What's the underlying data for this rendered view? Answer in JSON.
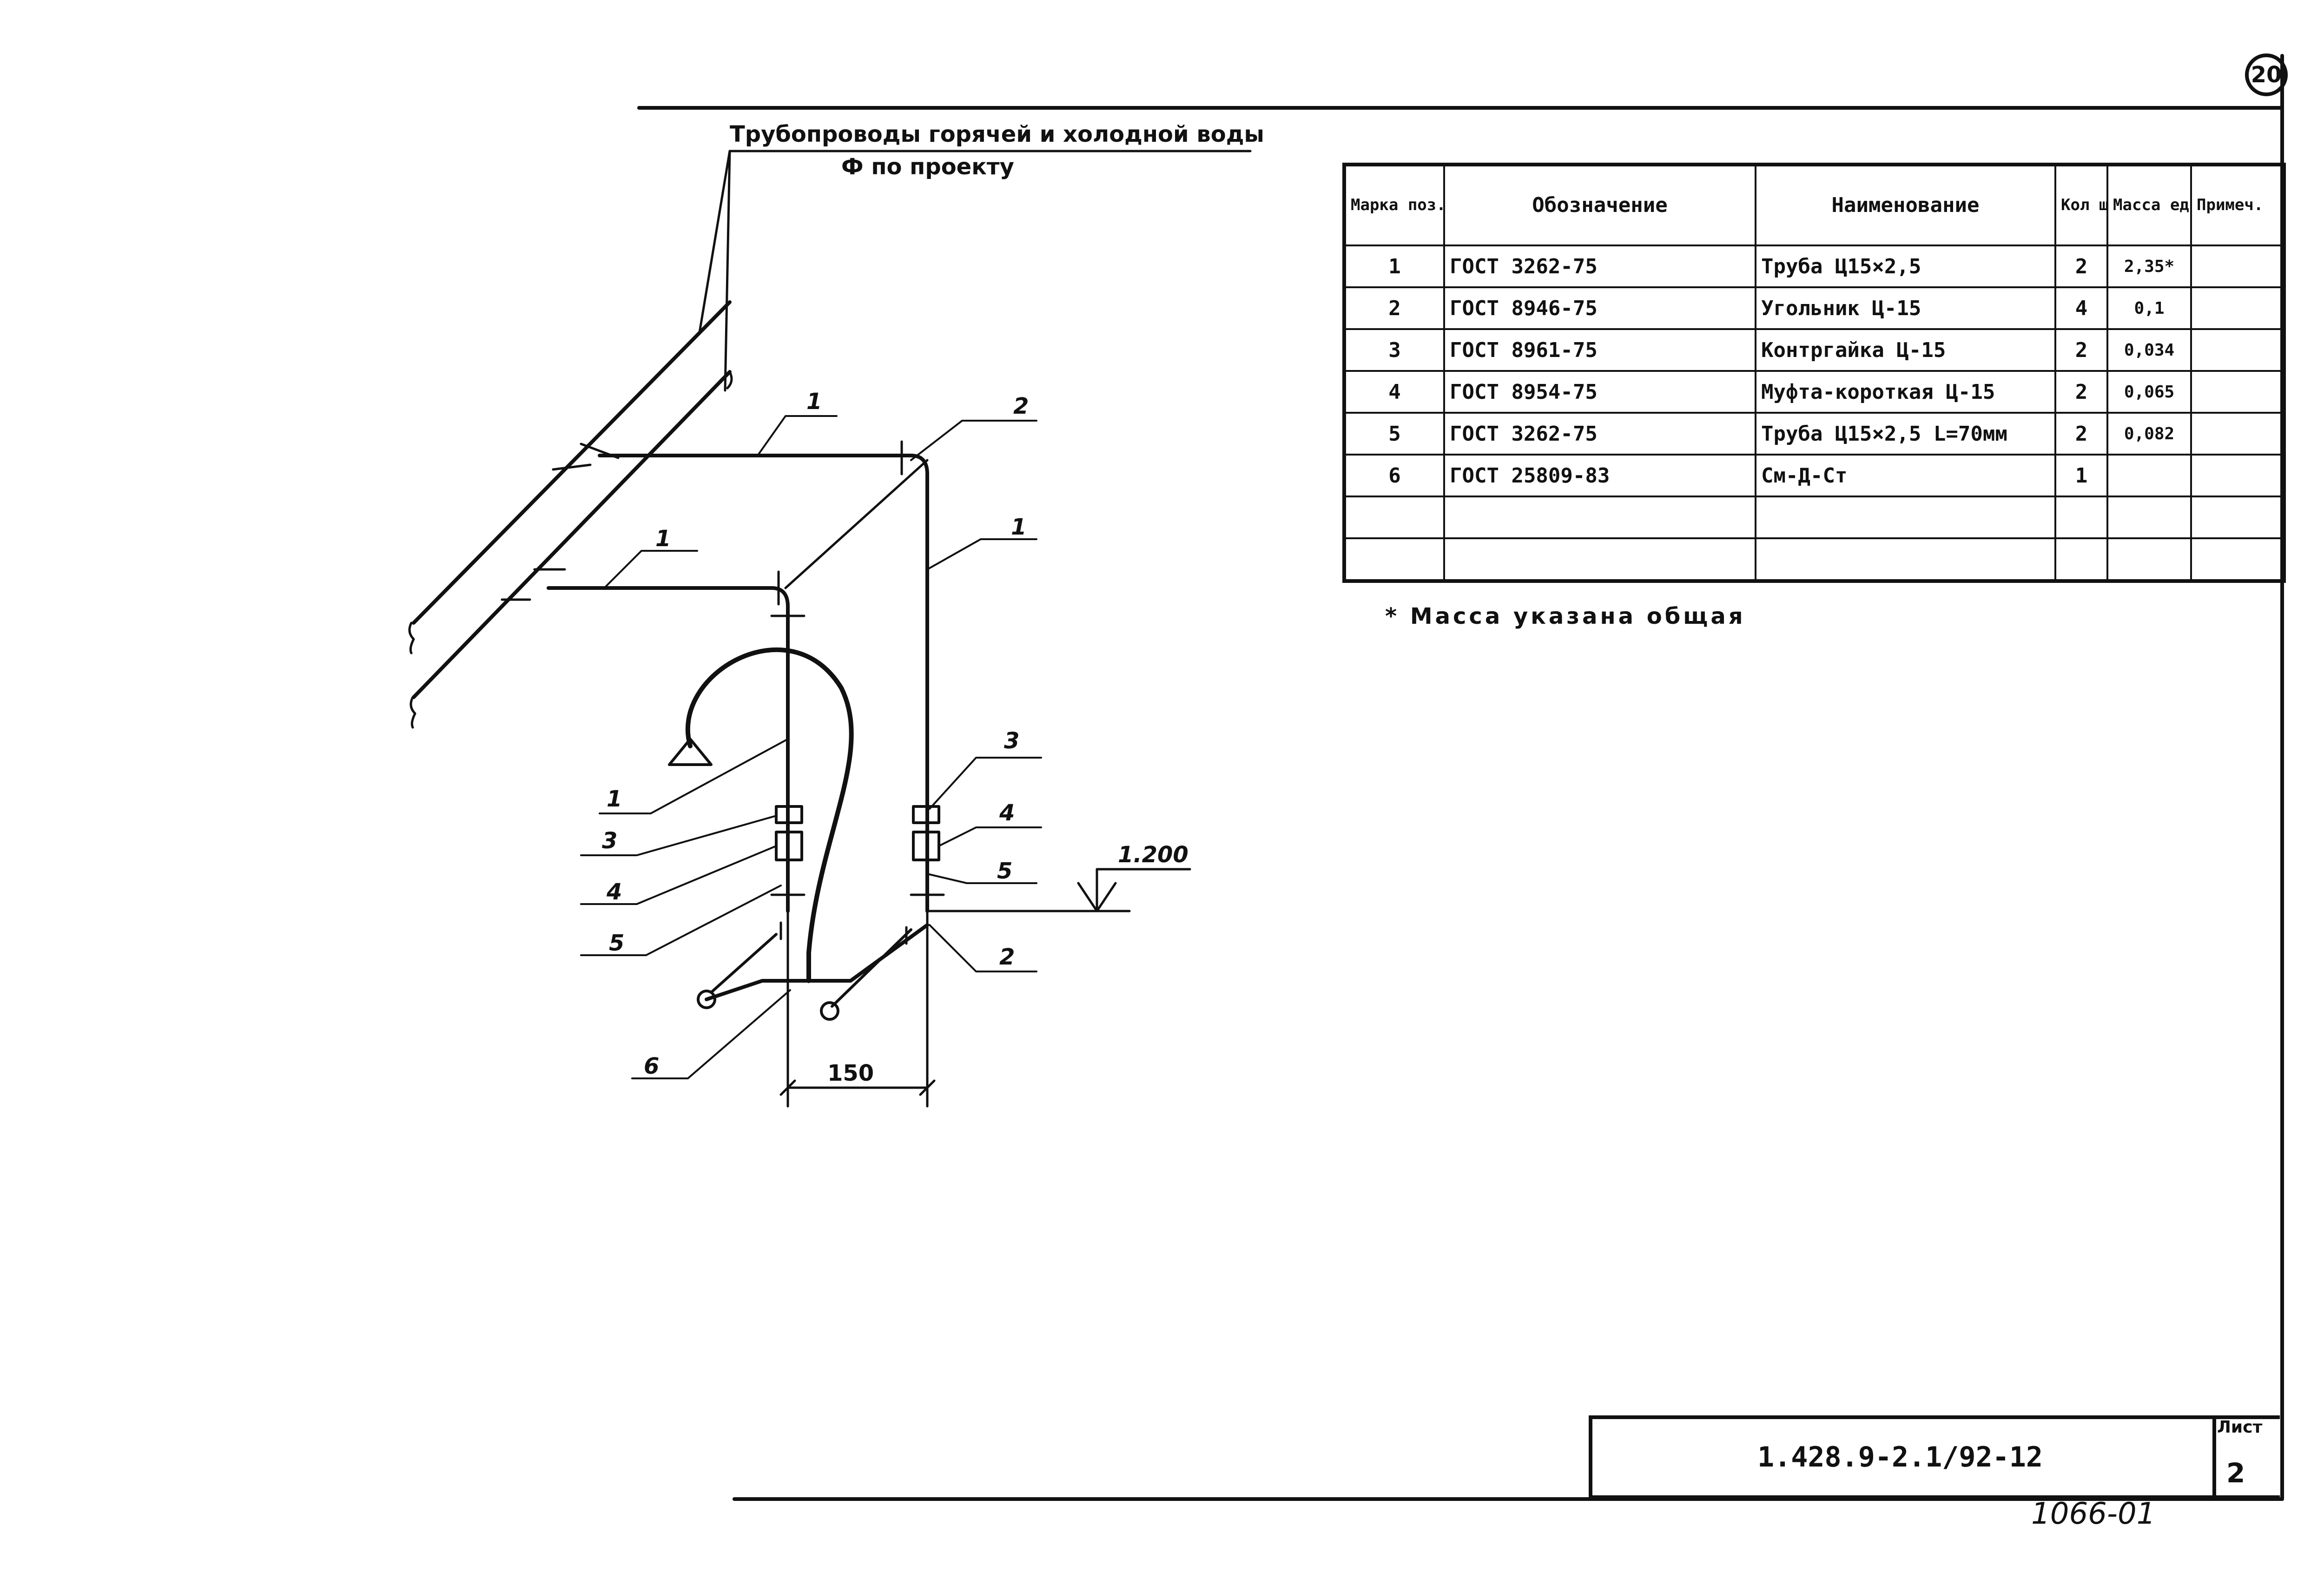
{
  "header": {
    "title_line1": "Трубопроводы горячей и холодной воды",
    "title_line2": "Ф по проекту"
  },
  "drawing": {
    "labels": {
      "pos1_a": "1",
      "pos1_b": "1",
      "pos1_c": "1",
      "pos1_d": "1",
      "pos2_a": "2",
      "pos2_b": "2",
      "pos3_a": "3",
      "pos3_b": "3",
      "pos4_a": "4",
      "pos4_b": "4",
      "pos5_a": "5",
      "pos5_b": "5",
      "pos6": "6",
      "elevation": "1.200",
      "dimension": "150"
    }
  },
  "table": {
    "headers": {
      "mark": "Марка поз.",
      "designation": "Обозначение",
      "name": "Наименование",
      "qty": "Кол шт.",
      "mass": "Масса ед, кг",
      "note": "Примеч."
    },
    "rows": [
      {
        "mark": "1",
        "designation": "ГОСТ 3262-75",
        "name": "Труба Ц15×2,5",
        "qty": "2",
        "mass": "2,35*",
        "note": ""
      },
      {
        "mark": "2",
        "designation": "ГОСТ 8946-75",
        "name": "Угольник Ц-15",
        "qty": "4",
        "mass": "0,1",
        "note": ""
      },
      {
        "mark": "3",
        "designation": "ГОСТ 8961-75",
        "name": "Контргайка Ц-15",
        "qty": "2",
        "mass": "0,034",
        "note": ""
      },
      {
        "mark": "4",
        "designation": "ГОСТ 8954-75",
        "name": "Муфта-короткая Ц-15",
        "qty": "2",
        "mass": "0,065",
        "note": ""
      },
      {
        "mark": "5",
        "designation": "ГОСТ 3262-75",
        "name": "Труба Ц15×2,5 L=70мм",
        "qty": "2",
        "mass": "0,082",
        "note": ""
      },
      {
        "mark": "6",
        "designation": "ГОСТ 25809-83",
        "name": "См-Д-Ст",
        "qty": "1",
        "mass": "",
        "note": ""
      },
      {
        "mark": "",
        "designation": "",
        "name": "",
        "qty": "",
        "mass": "",
        "note": ""
      },
      {
        "mark": "",
        "designation": "",
        "name": "",
        "qty": "",
        "mass": "",
        "note": ""
      }
    ]
  },
  "footnote": "* Масса указана общая",
  "title_block": {
    "code": "1.428.9-2.1/92-12",
    "sheet_label": "Лист",
    "sheet_number": "2"
  },
  "page_number": "20",
  "stamp": "1066-01"
}
